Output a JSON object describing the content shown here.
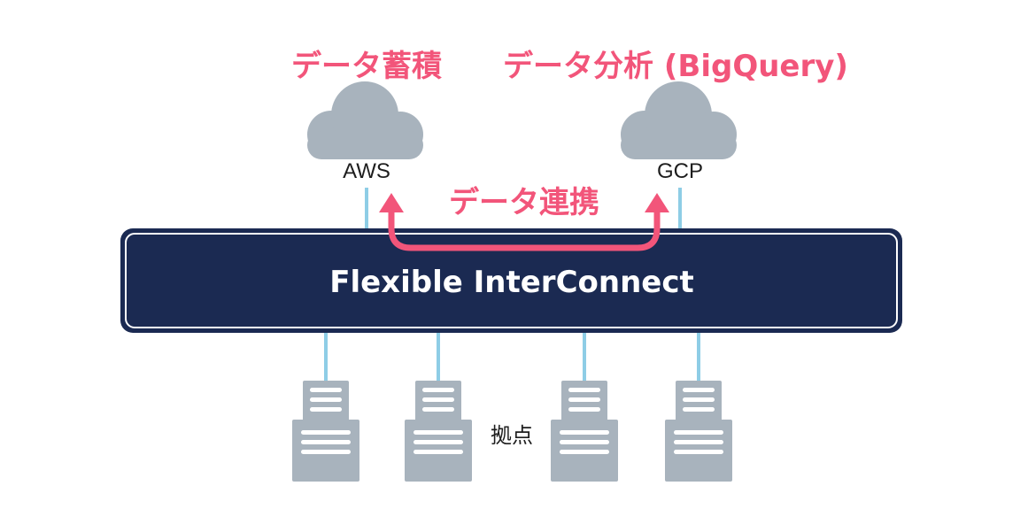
{
  "labels": {
    "storage": "データ蓄積",
    "analysis": "データ分析 (BigQuery)",
    "link": "データ連携",
    "bus": "Flexible InterConnect",
    "sites": "拠点"
  },
  "clouds": [
    {
      "name": "AWS",
      "icon": "cloud-icon"
    },
    {
      "name": "GCP",
      "icon": "cloud-icon"
    }
  ],
  "servers": [
    {
      "icon": "server-icon"
    },
    {
      "icon": "server-icon"
    },
    {
      "icon": "server-icon"
    },
    {
      "icon": "server-icon"
    }
  ],
  "colors": {
    "accent": "#f2557a",
    "bus": "#1b2a52",
    "icon": "#a8b3bd",
    "connector": "#8ecde6",
    "background": "#ffffff"
  }
}
